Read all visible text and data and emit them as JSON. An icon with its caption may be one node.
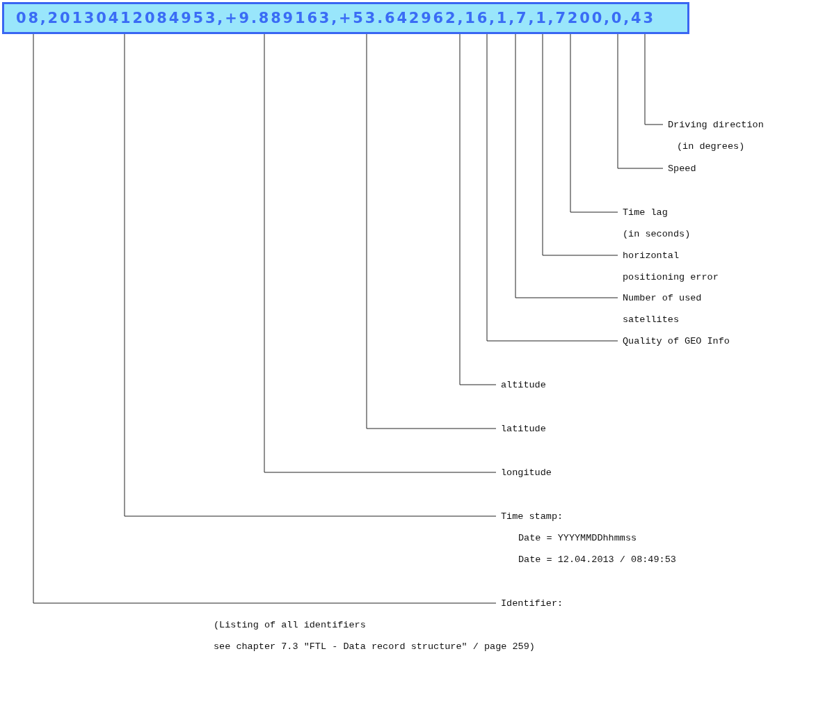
{
  "diagram": {
    "nodes": [
      {
        "text": [
          "08,20130412084953,+9.889163,+53.642962,16,1,7,1,7200,0,43"
        ]
      },
      {
        "text": [
          "Driving direction (in degrees)"
        ]
      },
      {
        "text": [
          "Speed"
        ]
      },
      {
        "text": [
          "Time lag (in seconds)"
        ]
      },
      {
        "text": [
          "horizontal positioning error"
        ]
      },
      {
        "text": [
          "Number of used satellites"
        ]
      },
      {
        "text": [
          "Quality of GEO Info"
        ]
      },
      {
        "text": [
          "altitude"
        ]
      },
      {
        "text": [
          "latitude"
        ]
      },
      {
        "text": [
          "longitude"
        ]
      },
      {
        "text": [
          "Time stamp:",
          "Date = YYYYMMDDhhmmss",
          "Date = 12.04.2013 / 08:49:53"
        ]
      },
      {
        "text": [
          "Identifier:"
        ],
        "beside": [
          "(Listing of all identifiers see chapter 7.3 \"FTL - Data record structure\" / page 259)"
        ]
      }
    ],
    "edges": [
      {
        "from": 0,
        "to": 1,
        "arrow": "none"
      },
      {
        "from": 0,
        "to": 2,
        "arrow": "none"
      },
      {
        "from": 0,
        "to": 3,
        "arrow": "none"
      },
      {
        "from": 0,
        "to": 4,
        "arrow": "none"
      },
      {
        "from": 0,
        "to": 5,
        "arrow": "none"
      },
      {
        "from": 0,
        "to": 6,
        "arrow": "none"
      },
      {
        "from": 0,
        "to": 7,
        "arrow": "none"
      },
      {
        "from": 0,
        "to": 8,
        "arrow": "none"
      },
      {
        "from": 0,
        "to": 9,
        "arrow": "none"
      },
      {
        "from": 0,
        "to": 10,
        "arrow": "none"
      },
      {
        "from": 0,
        "to": 11,
        "arrow": "none"
      }
    ]
  }
}
